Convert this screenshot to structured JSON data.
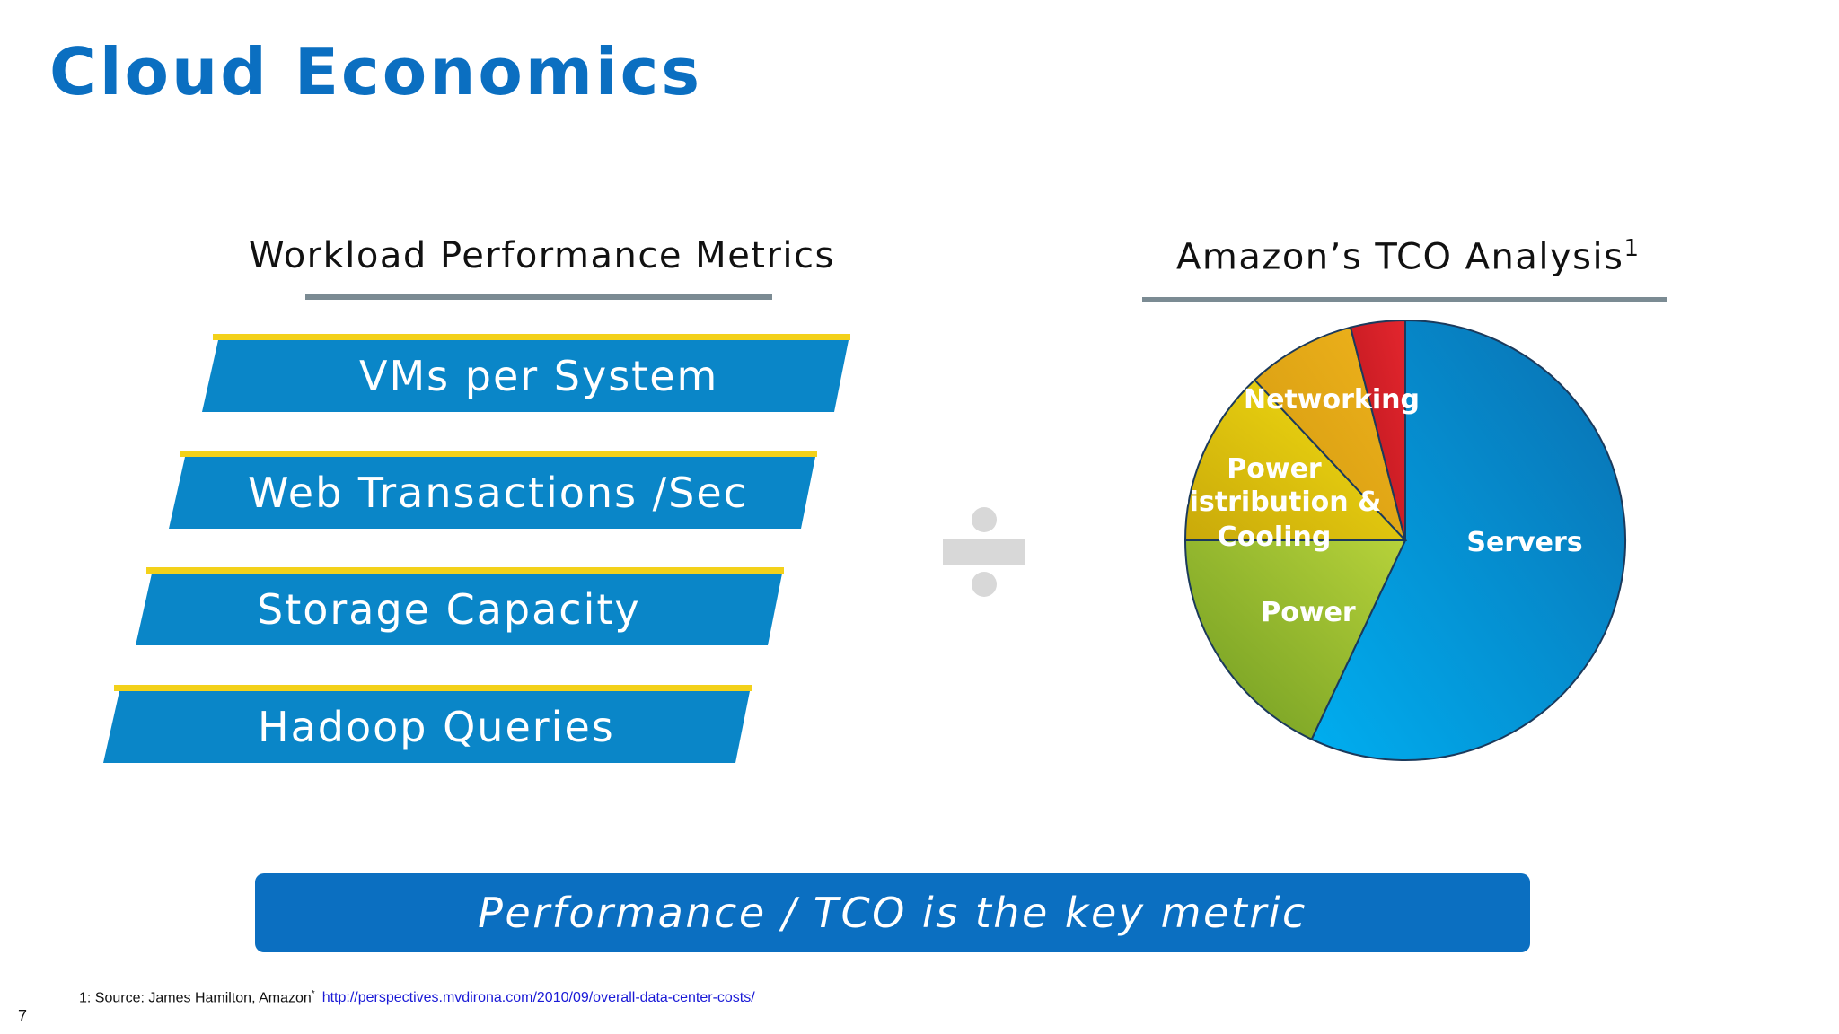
{
  "slide": {
    "title": "Cloud Economics",
    "page_number": "7"
  },
  "left_column": {
    "heading": "Workload Performance Metrics",
    "metrics": [
      "VMs per System",
      "Web Transactions /Sec",
      "Storage Capacity",
      "Hadoop Queries"
    ]
  },
  "right_column": {
    "heading": "Amazon’s TCO Analysis",
    "heading_superscript": "1"
  },
  "banner": {
    "text": "Performance / TCO  is the key  metric"
  },
  "footnote": {
    "source_text": "1: Source: James Hamilton, Amazon",
    "superscript": "*",
    "link_text": "http://perspectives.mvdirona.com/2010/09/overall-data-center-costs/"
  },
  "colors": {
    "title": "#0b6fc1",
    "metric_bar": "#0a86c8",
    "metric_stripe": "#f3d11a",
    "banner": "#0b6fc1"
  },
  "chart_data": {
    "type": "pie",
    "title": "",
    "slices": [
      {
        "label": "Servers",
        "value": 57,
        "color": "#0a8fd0"
      },
      {
        "label": "Power",
        "value": 18,
        "color": "#97b92e"
      },
      {
        "label": "Power Distribution & Cooling",
        "value": 13,
        "color": "#e0c20c"
      },
      {
        "label": "Networking",
        "value": 8,
        "color": "#e0a010"
      },
      {
        "label": "",
        "value": 4,
        "color": "#d21a23"
      }
    ]
  }
}
